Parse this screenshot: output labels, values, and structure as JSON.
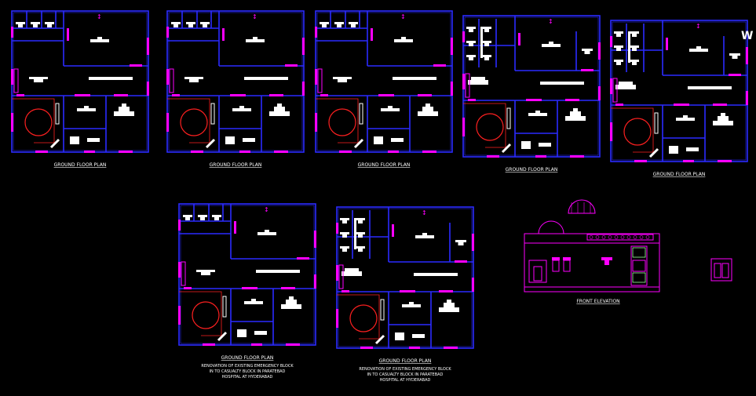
{
  "colors": {
    "wall": "#2a2aff",
    "accent": "#ff00ff",
    "furniture": "#ffffff",
    "circle": "#ff2020",
    "background": "#000000"
  },
  "plans": [
    {
      "label": "GROUND FLOOR PLAN",
      "variant": "a"
    },
    {
      "label": "GROUND FLOOR PLAN",
      "variant": "a"
    },
    {
      "label": "GROUND FLOOR PLAN",
      "variant": "a"
    },
    {
      "label": "GROUND FLOOR PLAN",
      "variant": "b"
    },
    {
      "label": "GROUND FLOOR PLAN",
      "variant": "b"
    },
    {
      "label": "GROUND FLOOR PLAN",
      "variant": "a",
      "note": [
        "RENOVATION OF EXISTING EMERGENCY BLOCK",
        "IN TO CASUALTY BLOCK IN PARATEBAD",
        "HOSPITAL AT HYDERABAD"
      ]
    },
    {
      "label": "GROUND FLOOR PLAN",
      "variant": "b",
      "note": [
        "RENOVATION OF EXISTING EMERGENCY BLOCK",
        "IN TO CASUALTY BLOCK IN PARATEBAD",
        "HOSPITAL AT HYDERABAD"
      ]
    }
  ],
  "elevation": {
    "label": "FRONT ELEVATION"
  },
  "watermark": "W"
}
